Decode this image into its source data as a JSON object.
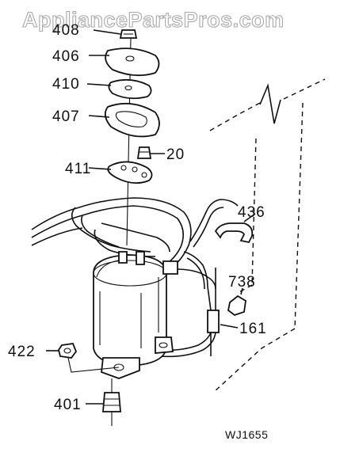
{
  "watermark": "AppliancePartsPros.com",
  "diagram_code": "WJ1655",
  "part_labels": [
    "408",
    "406",
    "410",
    "407",
    "20",
    "411",
    "436",
    "738",
    "161",
    "422",
    "401"
  ]
}
